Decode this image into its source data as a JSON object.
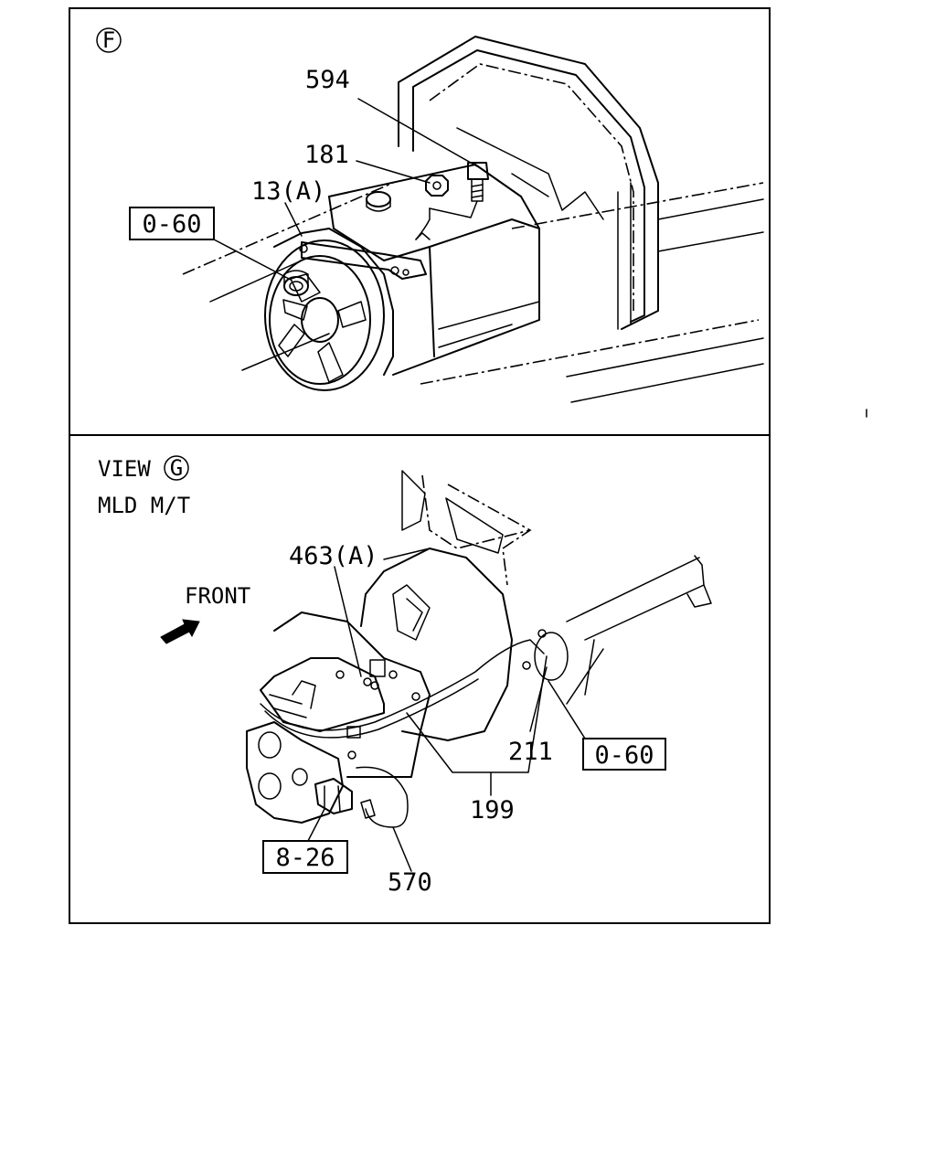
{
  "panel_f": {
    "marker": "F",
    "callouts": {
      "c594": "594",
      "c181": "181",
      "c13a": "13(A)",
      "ref_060": "0-60"
    }
  },
  "panel_g": {
    "view_prefix": "VIEW",
    "view_marker": "G",
    "subtitle": "MLD M/T",
    "front_label": "FRONT",
    "callouts": {
      "c463a": "463(A)",
      "c211": "211",
      "ref_060": "0-60",
      "c199": "199",
      "ref_826": "8-26",
      "c570": "570"
    }
  }
}
